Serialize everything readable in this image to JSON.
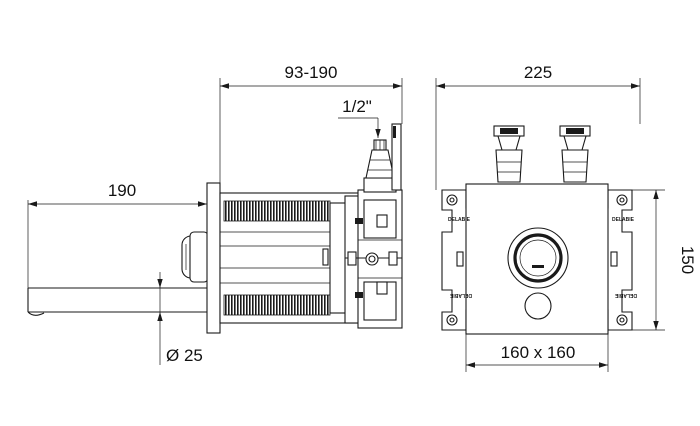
{
  "dimensions": {
    "overall_depth": "93-190",
    "connection_size": "1/2\"",
    "spout_length": "190",
    "spout_diameter": "Ø 25",
    "body_width": "225",
    "body_height": "150",
    "plate_size": "160 x 160"
  },
  "labels": {
    "brand_small": "DELABIE"
  },
  "colors": {
    "line": "#1a1a1a",
    "background": "#ffffff"
  }
}
